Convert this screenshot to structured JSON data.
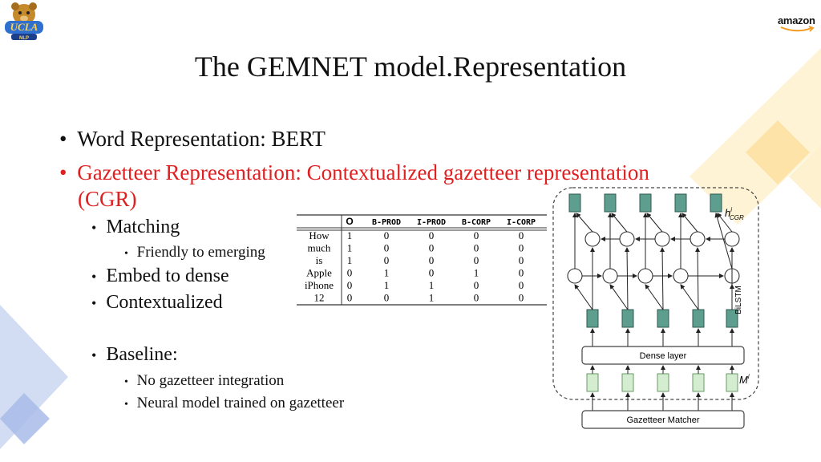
{
  "slide": {
    "title": "The GEMNET model.Representation",
    "bullets": [
      {
        "text": "Word Representation: BERT"
      },
      {
        "text": "Gazetteer Representation: Contextualized gazetteer representation"
      },
      {
        "text": "(CGR)"
      },
      {
        "text": "Matching"
      },
      {
        "text": "Friendly to emerging"
      },
      {
        "text": "Embed to dense"
      },
      {
        "text": "Contextualized"
      },
      {
        "text": "Baseline:"
      },
      {
        "text": "No gazetteer integration"
      },
      {
        "text": "Neural model trained on gazetteer"
      }
    ],
    "bullet_marker": "•",
    "highlight_color": "#e02020"
  },
  "logos": {
    "right_text": "amazon",
    "left_lettering": "UCLA NLP"
  },
  "tag_table": {
    "headers": [
      "O",
      "B-PROD",
      "I-PROD",
      "B-CORP",
      "I-CORP"
    ],
    "rows": [
      {
        "word": "How",
        "values": [
          "1",
          "0",
          "0",
          "0",
          "0"
        ]
      },
      {
        "word": "much",
        "values": [
          "1",
          "0",
          "0",
          "0",
          "0"
        ]
      },
      {
        "word": "is",
        "values": [
          "1",
          "0",
          "0",
          "0",
          "0"
        ]
      },
      {
        "word": "Apple",
        "values": [
          "0",
          "1",
          "0",
          "1",
          "0"
        ]
      },
      {
        "word": "iPhone",
        "values": [
          "0",
          "1",
          "1",
          "0",
          "0"
        ]
      },
      {
        "word": "12",
        "values": [
          "0",
          "0",
          "1",
          "0",
          "0"
        ]
      }
    ]
  },
  "diagram": {
    "dense_label": "Dense layer",
    "matcher_label": "Gazetteer Matcher",
    "bilstm_label": "BiLSTM",
    "h_label": "h",
    "h_sup": "i",
    "h_sub": "CGR",
    "m_label": "M",
    "m_sup": "i",
    "colors": {
      "teal": "#5e9e8e",
      "light_green": "#d4ecd0"
    }
  }
}
